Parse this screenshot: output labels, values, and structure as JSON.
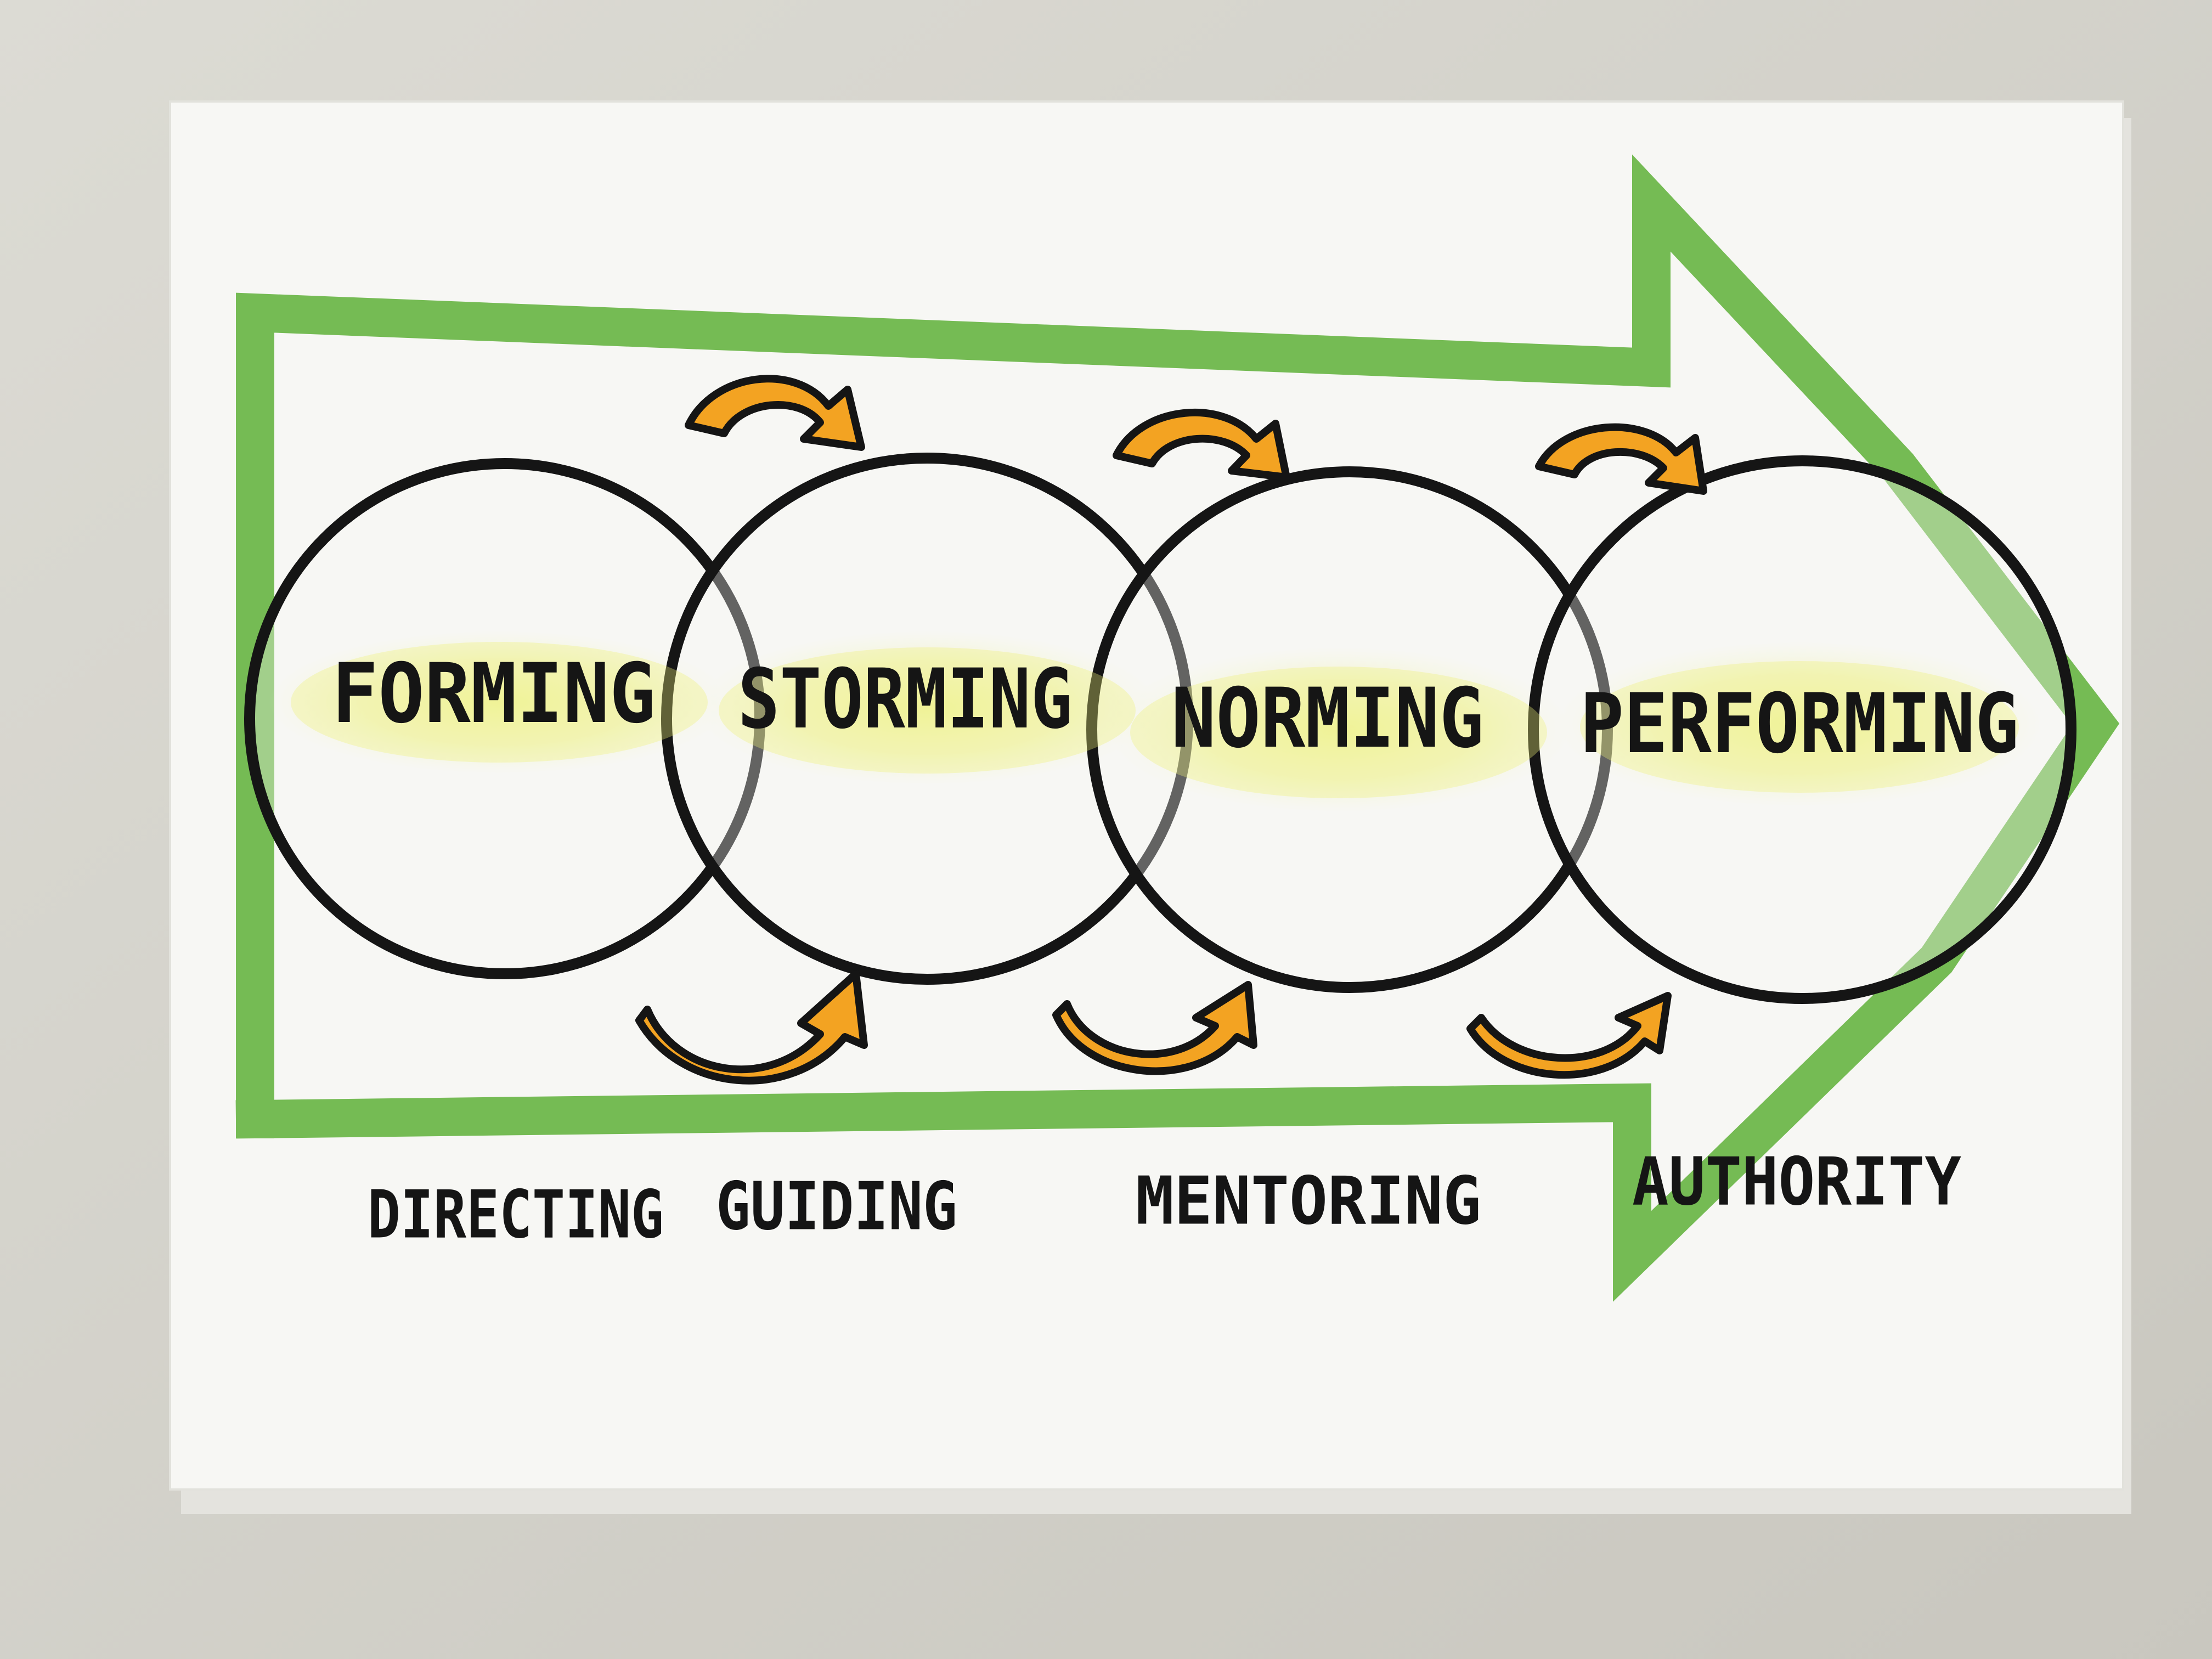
{
  "stages": [
    {
      "label": "FORMING"
    },
    {
      "label": "STORMING"
    },
    {
      "label": "NORMING"
    },
    {
      "label": "PERFORMING"
    }
  ],
  "leadership_styles": [
    {
      "label": "DIRECTING"
    },
    {
      "label": "GUIDING"
    },
    {
      "label": "MENTORING"
    },
    {
      "label": "AUTHORITY"
    }
  ],
  "colors": {
    "paper": "#f7f7f4",
    "background": "#d4d3cc",
    "arrow_green": "#69b545",
    "loop_arrow_orange": "#f3a322",
    "highlight_yellow": "#eff279",
    "outline": "#151515"
  },
  "icons": {
    "big_arrow": "green-right-arrow-outline",
    "loop_arrows": "curved-orange-arrow"
  }
}
